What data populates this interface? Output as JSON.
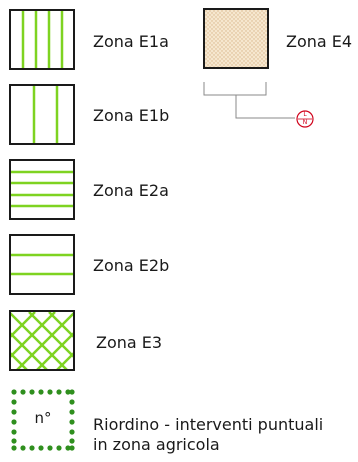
{
  "colors": {
    "stroke": "#1a1a1a",
    "green": "#7ed321",
    "e4_fill": "#f6e7cf",
    "e4_dot": "#d8b58a",
    "dot_green": "#2f8f1e",
    "symbol_red": "#d0021b"
  },
  "legend": {
    "e1a": {
      "label": "Zona E1a"
    },
    "e1b": {
      "label": "Zona E1b"
    },
    "e2a": {
      "label": "Zona E2a"
    },
    "e2b": {
      "label": "Zona E2b"
    },
    "e3": {
      "label": "Zona E3"
    },
    "e4": {
      "label": "Zona E4"
    },
    "riordino": {
      "symbol_text": "n°",
      "label_line1": "Riordino - interventi puntuali",
      "label_line2": "in zona agricola"
    },
    "symbol_letters": {
      "top": "L",
      "bottom": "N"
    }
  }
}
